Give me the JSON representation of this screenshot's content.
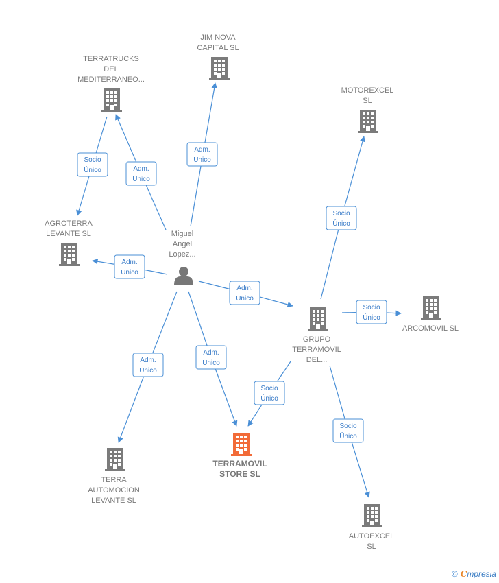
{
  "nodes": {
    "jim_nova": {
      "lines": [
        "JIM NOVA",
        "CAPITAL  SL"
      ]
    },
    "terratrucks": {
      "lines": [
        "TERRATRUCKS",
        "DEL",
        "MEDITERRANEO..."
      ]
    },
    "motorexcel": {
      "lines": [
        "MOTOREXCEL",
        "SL"
      ]
    },
    "agroterra": {
      "lines": [
        "AGROTERRA",
        "LEVANTE  SL"
      ]
    },
    "miguel": {
      "lines": [
        "Miguel",
        "Angel",
        "Lopez..."
      ]
    },
    "grupo_terramovil": {
      "lines": [
        "GRUPO",
        "TERRAMOVIL",
        "DEL..."
      ]
    },
    "arcomovil": {
      "lines": [
        "ARCOMOVIL SL"
      ]
    },
    "terra_automocion": {
      "lines": [
        "TERRA",
        "AUTOMOCION",
        "LEVANTE  SL"
      ]
    },
    "terramovil_store": {
      "lines": [
        "TERRAMOVIL",
        "STORE  SL"
      ]
    },
    "autoexcel": {
      "lines": [
        "AUTOEXCEL",
        "SL"
      ]
    }
  },
  "edges": [
    {
      "id": "miguel-jim",
      "lines": [
        "Adm.",
        "Unico"
      ]
    },
    {
      "id": "miguel-terratrucks",
      "lines": [
        "Adm.",
        "Unico"
      ]
    },
    {
      "id": "terratrucks-agroterra",
      "lines": [
        "Socio",
        "Único"
      ]
    },
    {
      "id": "miguel-agroterra",
      "lines": [
        "Adm.",
        "Unico"
      ]
    },
    {
      "id": "miguel-grupo",
      "lines": [
        "Adm.",
        "Unico"
      ]
    },
    {
      "id": "grupo-motorexcel",
      "lines": [
        "Socio",
        "Único"
      ]
    },
    {
      "id": "grupo-arcomovil",
      "lines": [
        "Socio",
        "Único"
      ]
    },
    {
      "id": "miguel-terra",
      "lines": [
        "Adm.",
        "Unico"
      ]
    },
    {
      "id": "miguel-store",
      "lines": [
        "Adm.",
        "Unico"
      ]
    },
    {
      "id": "grupo-store",
      "lines": [
        "Socio",
        "Único"
      ]
    },
    {
      "id": "grupo-autoexcel",
      "lines": [
        "Socio",
        "Único"
      ]
    }
  ],
  "colors": {
    "edge": "#4a8fd6",
    "building": "#7b7b7b",
    "focus": "#f26b38",
    "person": "#777777"
  },
  "brand": {
    "copyright": "©",
    "initial": "C",
    "rest": "mpresia"
  }
}
